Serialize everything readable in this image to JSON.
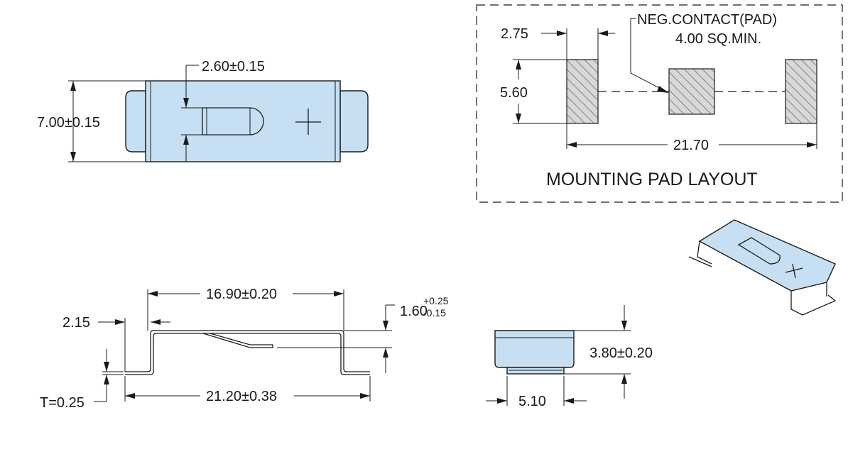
{
  "top_view": {
    "width_dim": "7.00±0.15",
    "slot_dim": "2.60±0.15"
  },
  "pad_layout": {
    "title": "MOUNTING PAD LAYOUT",
    "pad_width": "2.75",
    "pad_height": "5.60",
    "span": "21.70",
    "contact_label_line1": "NEG.CONTACT(PAD)",
    "contact_label_line2": "4.00 SQ.MIN."
  },
  "side_view": {
    "top_length": "16.90±0.20",
    "height_base": "1.60",
    "height_tol_plus": "+0.25",
    "height_tol_minus": "-0.15",
    "foot_offset": "2.15",
    "thickness": "T=0.25",
    "overall_length": "21.20±0.38"
  },
  "end_view": {
    "height": "3.80±0.20",
    "width": "5.10"
  },
  "symbols": {
    "polarity": "plus-sign"
  }
}
